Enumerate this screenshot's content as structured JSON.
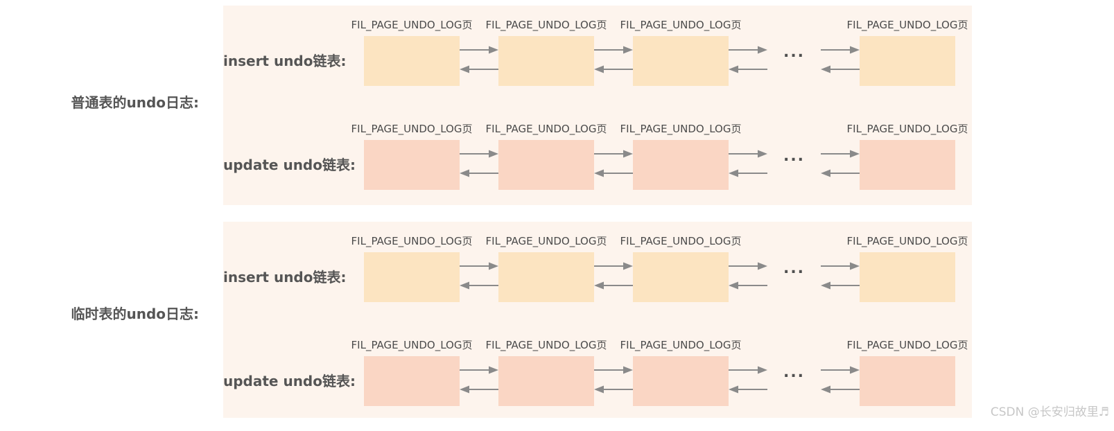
{
  "colors": {
    "page_background": "#ffffff",
    "panel_background": "#fdf4ed",
    "insert_box_fill": "#fce4c1",
    "update_box_fill": "#fad6c4",
    "arrow": "#8a8a8a",
    "label_text": "#555555",
    "watermark_text": "#c7c7c7"
  },
  "sections": [
    {
      "label": "普通表的undo日志:",
      "rows": [
        {
          "label": "insert undo链表:",
          "type": "insert",
          "ellipsis": "...",
          "boxes": [
            "FIL_PAGE_UNDO_LOG页",
            "FIL_PAGE_UNDO_LOG页",
            "FIL_PAGE_UNDO_LOG页",
            "FIL_PAGE_UNDO_LOG页"
          ]
        },
        {
          "label": "update undo链表:",
          "type": "update",
          "ellipsis": "...",
          "boxes": [
            "FIL_PAGE_UNDO_LOG页",
            "FIL_PAGE_UNDO_LOG页",
            "FIL_PAGE_UNDO_LOG页",
            "FIL_PAGE_UNDO_LOG页"
          ]
        }
      ]
    },
    {
      "label": "临时表的undo日志:",
      "rows": [
        {
          "label": "insert undo链表:",
          "type": "insert",
          "ellipsis": "...",
          "boxes": [
            "FIL_PAGE_UNDO_LOG页",
            "FIL_PAGE_UNDO_LOG页",
            "FIL_PAGE_UNDO_LOG页",
            "FIL_PAGE_UNDO_LOG页"
          ]
        },
        {
          "label": "update undo链表:",
          "type": "update",
          "ellipsis": "...",
          "boxes": [
            "FIL_PAGE_UNDO_LOG页",
            "FIL_PAGE_UNDO_LOG页",
            "FIL_PAGE_UNDO_LOG页",
            "FIL_PAGE_UNDO_LOG页"
          ]
        }
      ]
    }
  ],
  "watermark": {
    "text": "CSDN @长安归故里♬"
  }
}
